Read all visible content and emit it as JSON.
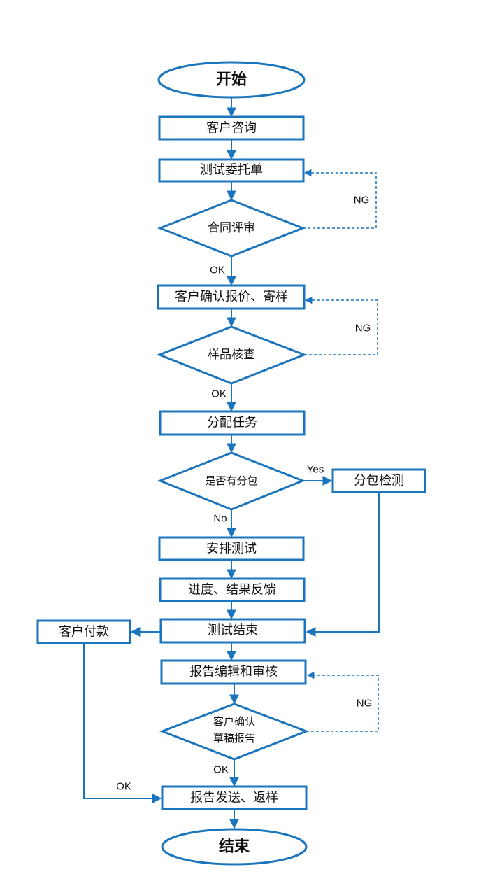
{
  "colors": {
    "stroke": "#1b75bc",
    "arrow": "#1b75bc",
    "text": "#111111",
    "background": "#ffffff"
  },
  "nodes": {
    "start": "开始",
    "consult": "客户咨询",
    "order": "测试委托单",
    "contract_review": "合同评审",
    "confirm_quote": "客户确认报价、寄样",
    "sample_check": "样品核查",
    "assign": "分配任务",
    "subcontract_q": "是否有分包",
    "subcontract": "分包检测",
    "arrange": "安排测试",
    "progress": "进度、结果反馈",
    "test_end": "测试结束",
    "payment": "客户付款",
    "report_edit": "报告编辑和审核",
    "draft_confirm_line1": "客户确认",
    "draft_confirm_line2": "草稿报告",
    "report_send": "报告发送、返样",
    "end": "结束"
  },
  "edge_labels": {
    "ng1": "NG",
    "ok1": "OK",
    "ng2": "NG",
    "ok2": "OK",
    "yes": "Yes",
    "no": "No",
    "ng3": "NG",
    "ok3": "OK",
    "ok4": "OK"
  }
}
